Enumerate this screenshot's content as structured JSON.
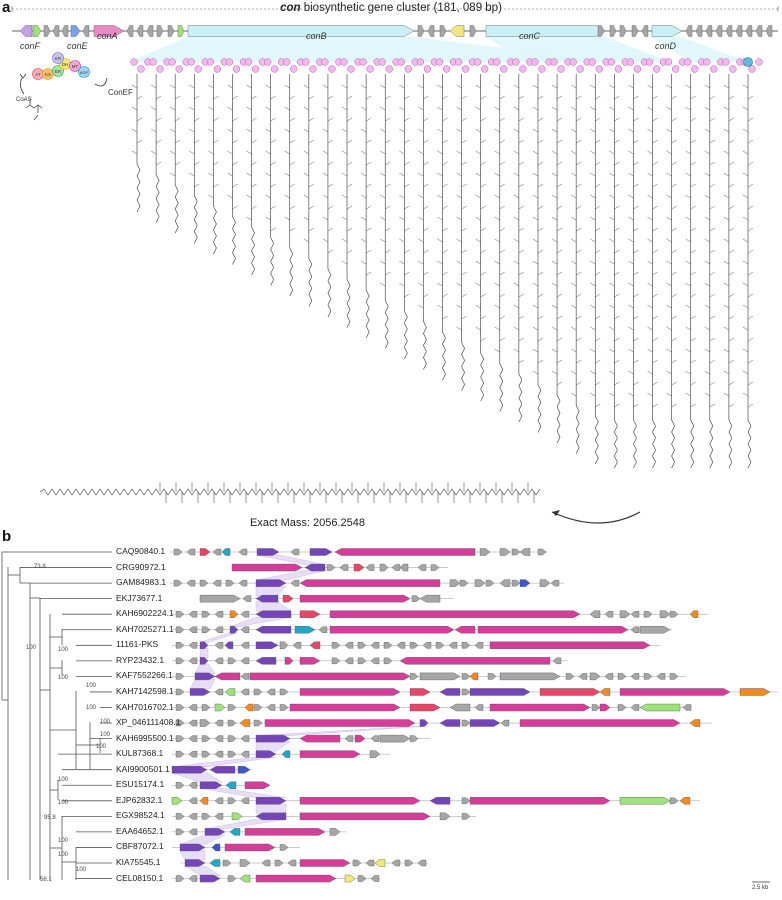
{
  "panel_a": {
    "letter": "a",
    "title_bold": "con",
    "title_rest": " biosynthetic gene cluster (181, 089 bp)",
    "gene_labels": {
      "conF": "conF",
      "conE": "conE",
      "conA": "conA",
      "conB": "conB",
      "conC": "conC",
      "conD": "conD"
    },
    "domain_labels": [
      "AT",
      "KS",
      "DH",
      "MT",
      "ER",
      "KR",
      "ACP"
    ],
    "enzyme_label": "ConEF",
    "precursor_label": "CoAS",
    "exact_mass": "Exact Mass: 2056.2548"
  },
  "panel_b": {
    "letter": "b",
    "taxa": [
      "CAQ90840.1",
      "CRG90972.1",
      "GAM84983.1",
      "EKJ73677.1",
      "KAH6902224.1",
      "KAH7025271.1",
      "11161-PKS",
      "RYP23432.1",
      "KAF7552266.1",
      "KAH7142598.1",
      "KAH7016702.1",
      "XP_046111408.1",
      "KAH6995500.1",
      "KUL87368.1",
      "KAI9900501.1",
      "ESU15174.1",
      "EJP62832.1",
      "EGX98524.1",
      "EAA64652.1",
      "CBF87072.1",
      "KIA75545.1",
      "CEL08150.1"
    ],
    "bootstraps": [
      "73.8",
      "100",
      "100",
      "100",
      "100",
      "100",
      "100",
      "100",
      "100",
      "95.8",
      "100",
      "100",
      "100",
      "100",
      "100",
      "56.1",
      "100",
      "100",
      "100",
      "100",
      "100",
      "100",
      "100"
    ],
    "scale_label": "2.5 kb"
  },
  "colors": {
    "pks": "#d63d9a",
    "nrps": "#c8f0f5",
    "purple": "#7444b8",
    "gray": "#a6a6a6",
    "red": "#e8456a",
    "orange": "#f08a24",
    "green": "#9ee27a",
    "teal": "#23a6c8",
    "blue": "#3d56c8",
    "yellow": "#f2ea78"
  }
}
